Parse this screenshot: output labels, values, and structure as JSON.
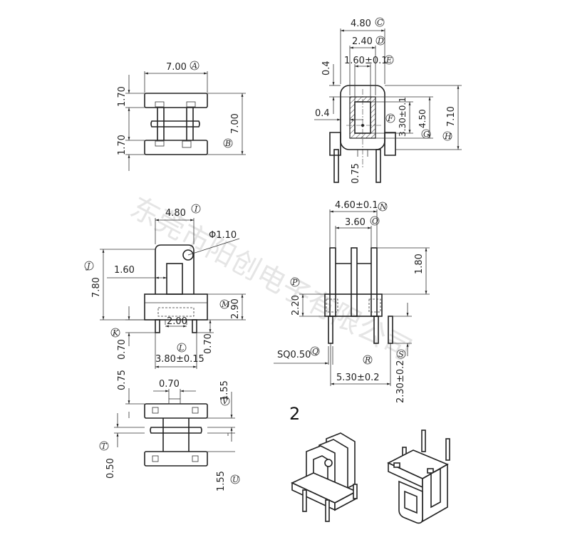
{
  "watermark": "东莞市阳创电子有限公司",
  "view_number": "2",
  "dimensions": {
    "A": "7.00",
    "B": "7.00",
    "C": "4.80",
    "D": "2.40",
    "E": "1.60±0.1",
    "F": "3.30±0.1",
    "G": "4.50",
    "H": "7.10",
    "I": "4.80",
    "J": "7.80",
    "K": "0.70",
    "L": "3.80±0.15",
    "M": "2.90",
    "N": "4.60±0.1",
    "O": "3.60",
    "P": "2.20",
    "Q": "SQ0.50",
    "R": "5.30±0.2",
    "S": "2.30±0.2",
    "T": "0.50",
    "U": "1.55",
    "V": "1.55"
  },
  "labels": {
    "top_flange_upper": "1.70",
    "top_flange_lower": "1.70",
    "wall_top": "0.4",
    "wall_side": "0.4",
    "pin_len": "0.75",
    "hole_dia": "Φ1.10",
    "inner_1_60": "1.60",
    "pin_spacing": "2.00",
    "pin_w": "0.70",
    "flange_h": "1.80",
    "bot_075": "0.75",
    "bot_070": "0.70"
  },
  "markers": {
    "A": "A",
    "B": "B",
    "C": "C",
    "D": "D",
    "E": "E",
    "F": "F",
    "G": "G",
    "H": "H",
    "I": "I",
    "J": "J",
    "K": "K",
    "L": "L",
    "M": "M",
    "N": "N",
    "O": "O",
    "P": "P",
    "Q": "Q",
    "R": "R",
    "S": "S",
    "T": "T",
    "U": "U",
    "V": "V"
  }
}
